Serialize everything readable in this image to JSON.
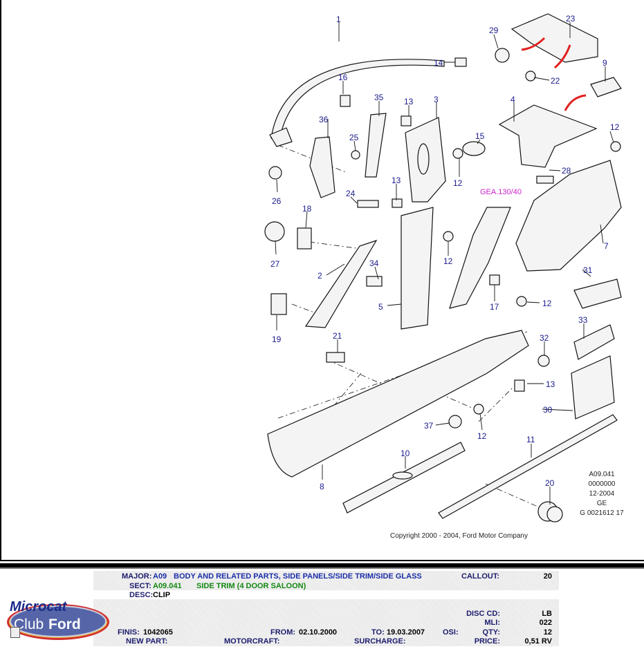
{
  "diagram": {
    "callouts": [
      "1",
      "29",
      "23",
      "14",
      "9",
      "22",
      "16",
      "35",
      "13",
      "3",
      "4",
      "36",
      "25",
      "15",
      "12",
      "28",
      "12",
      "26",
      "24",
      "13",
      "18",
      "7",
      "12",
      "27",
      "31",
      "2",
      "34",
      "12",
      "17",
      "5",
      "19",
      "33",
      "21",
      "32",
      "13",
      "30",
      "37",
      "12",
      "11",
      "10",
      "8",
      "20"
    ],
    "note_ref": "GEA.130/40",
    "ref_block": [
      "A09.041",
      "0000000",
      "12-2004",
      "GE",
      "G 0021612 17"
    ],
    "copyright": "Copyright 2000 - 2004, Ford Motor Company"
  },
  "logo": {
    "line1": "Microcat",
    "line2a": "Club",
    "line2b": "Ford"
  },
  "info": {
    "major_label": "MAJOR:",
    "major_code": "A09",
    "major_desc": "BODY AND RELATED PARTS, SIDE PANELS/SIDE TRIM/SIDE GLASS",
    "callout_label": "CALLOUT:",
    "callout_value": "20",
    "sect_label": "SECT:",
    "sect_code": "A09.041",
    "sect_desc": "SIDE TRIM (4 DOOR SALOON)",
    "desc_label": "DESC:",
    "desc_value": "CLIP",
    "disc_label": "DISC CD:",
    "disc_value": "LB",
    "mli_label": "MLI:",
    "mli_value": "022",
    "finis_label": "FINIS:",
    "finis_value": "1042065",
    "from_label": "FROM:",
    "from_value": "02.10.2000",
    "to_label": "TO:",
    "to_value": "19.03.2007",
    "osi_label": "OSI:",
    "qty_label": "QTY:",
    "qty_value": "12",
    "newpart_label": "NEW PART:",
    "motorcraft_label": "MOTORCRAFT:",
    "surcharge_label": "SURCHARGE:",
    "price_label": "PRICE:",
    "price_value": "0,51 RV"
  },
  "colors": {
    "label": "#1c1c6e",
    "major": "#1a2ea8",
    "sect": "#118811",
    "callout": "#1a1a8c",
    "note": "#cc22cc",
    "arrow": "#e02020"
  }
}
